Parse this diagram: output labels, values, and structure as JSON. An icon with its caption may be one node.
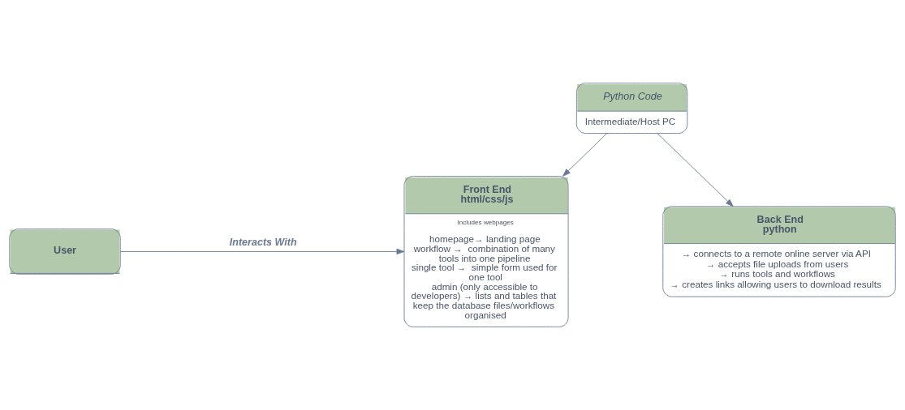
{
  "diagram": {
    "nodes": [
      {
        "text": [
          "Python Code",
          "Intermediate/Host PC"
        ]
      },
      {
        "text": [
          "Front End html/css/js",
          "Includes webpages",
          "homepage→ landing page",
          "workflow →  combination of many tools into one pipeline",
          "single tool →  simple form used for one tool",
          "admin (only accessible to developers) → lists and tables that keep the database files/workflows organised"
        ]
      },
      {
        "text": [
          "Back End python",
          "→ connects to a remote online server via API",
          "→ accepts file uploads from users",
          "→ runs tools and workflows",
          "→ creates links allowing users to download results"
        ]
      },
      {
        "text": [
          "User"
        ]
      }
    ],
    "edges": [
      {
        "from": 0,
        "to": 1,
        "arrow": "to"
      },
      {
        "from": 0,
        "to": 2,
        "arrow": "to"
      },
      {
        "from": 3,
        "to": 1,
        "arrow": "to",
        "label": "Interacts With"
      }
    ]
  }
}
